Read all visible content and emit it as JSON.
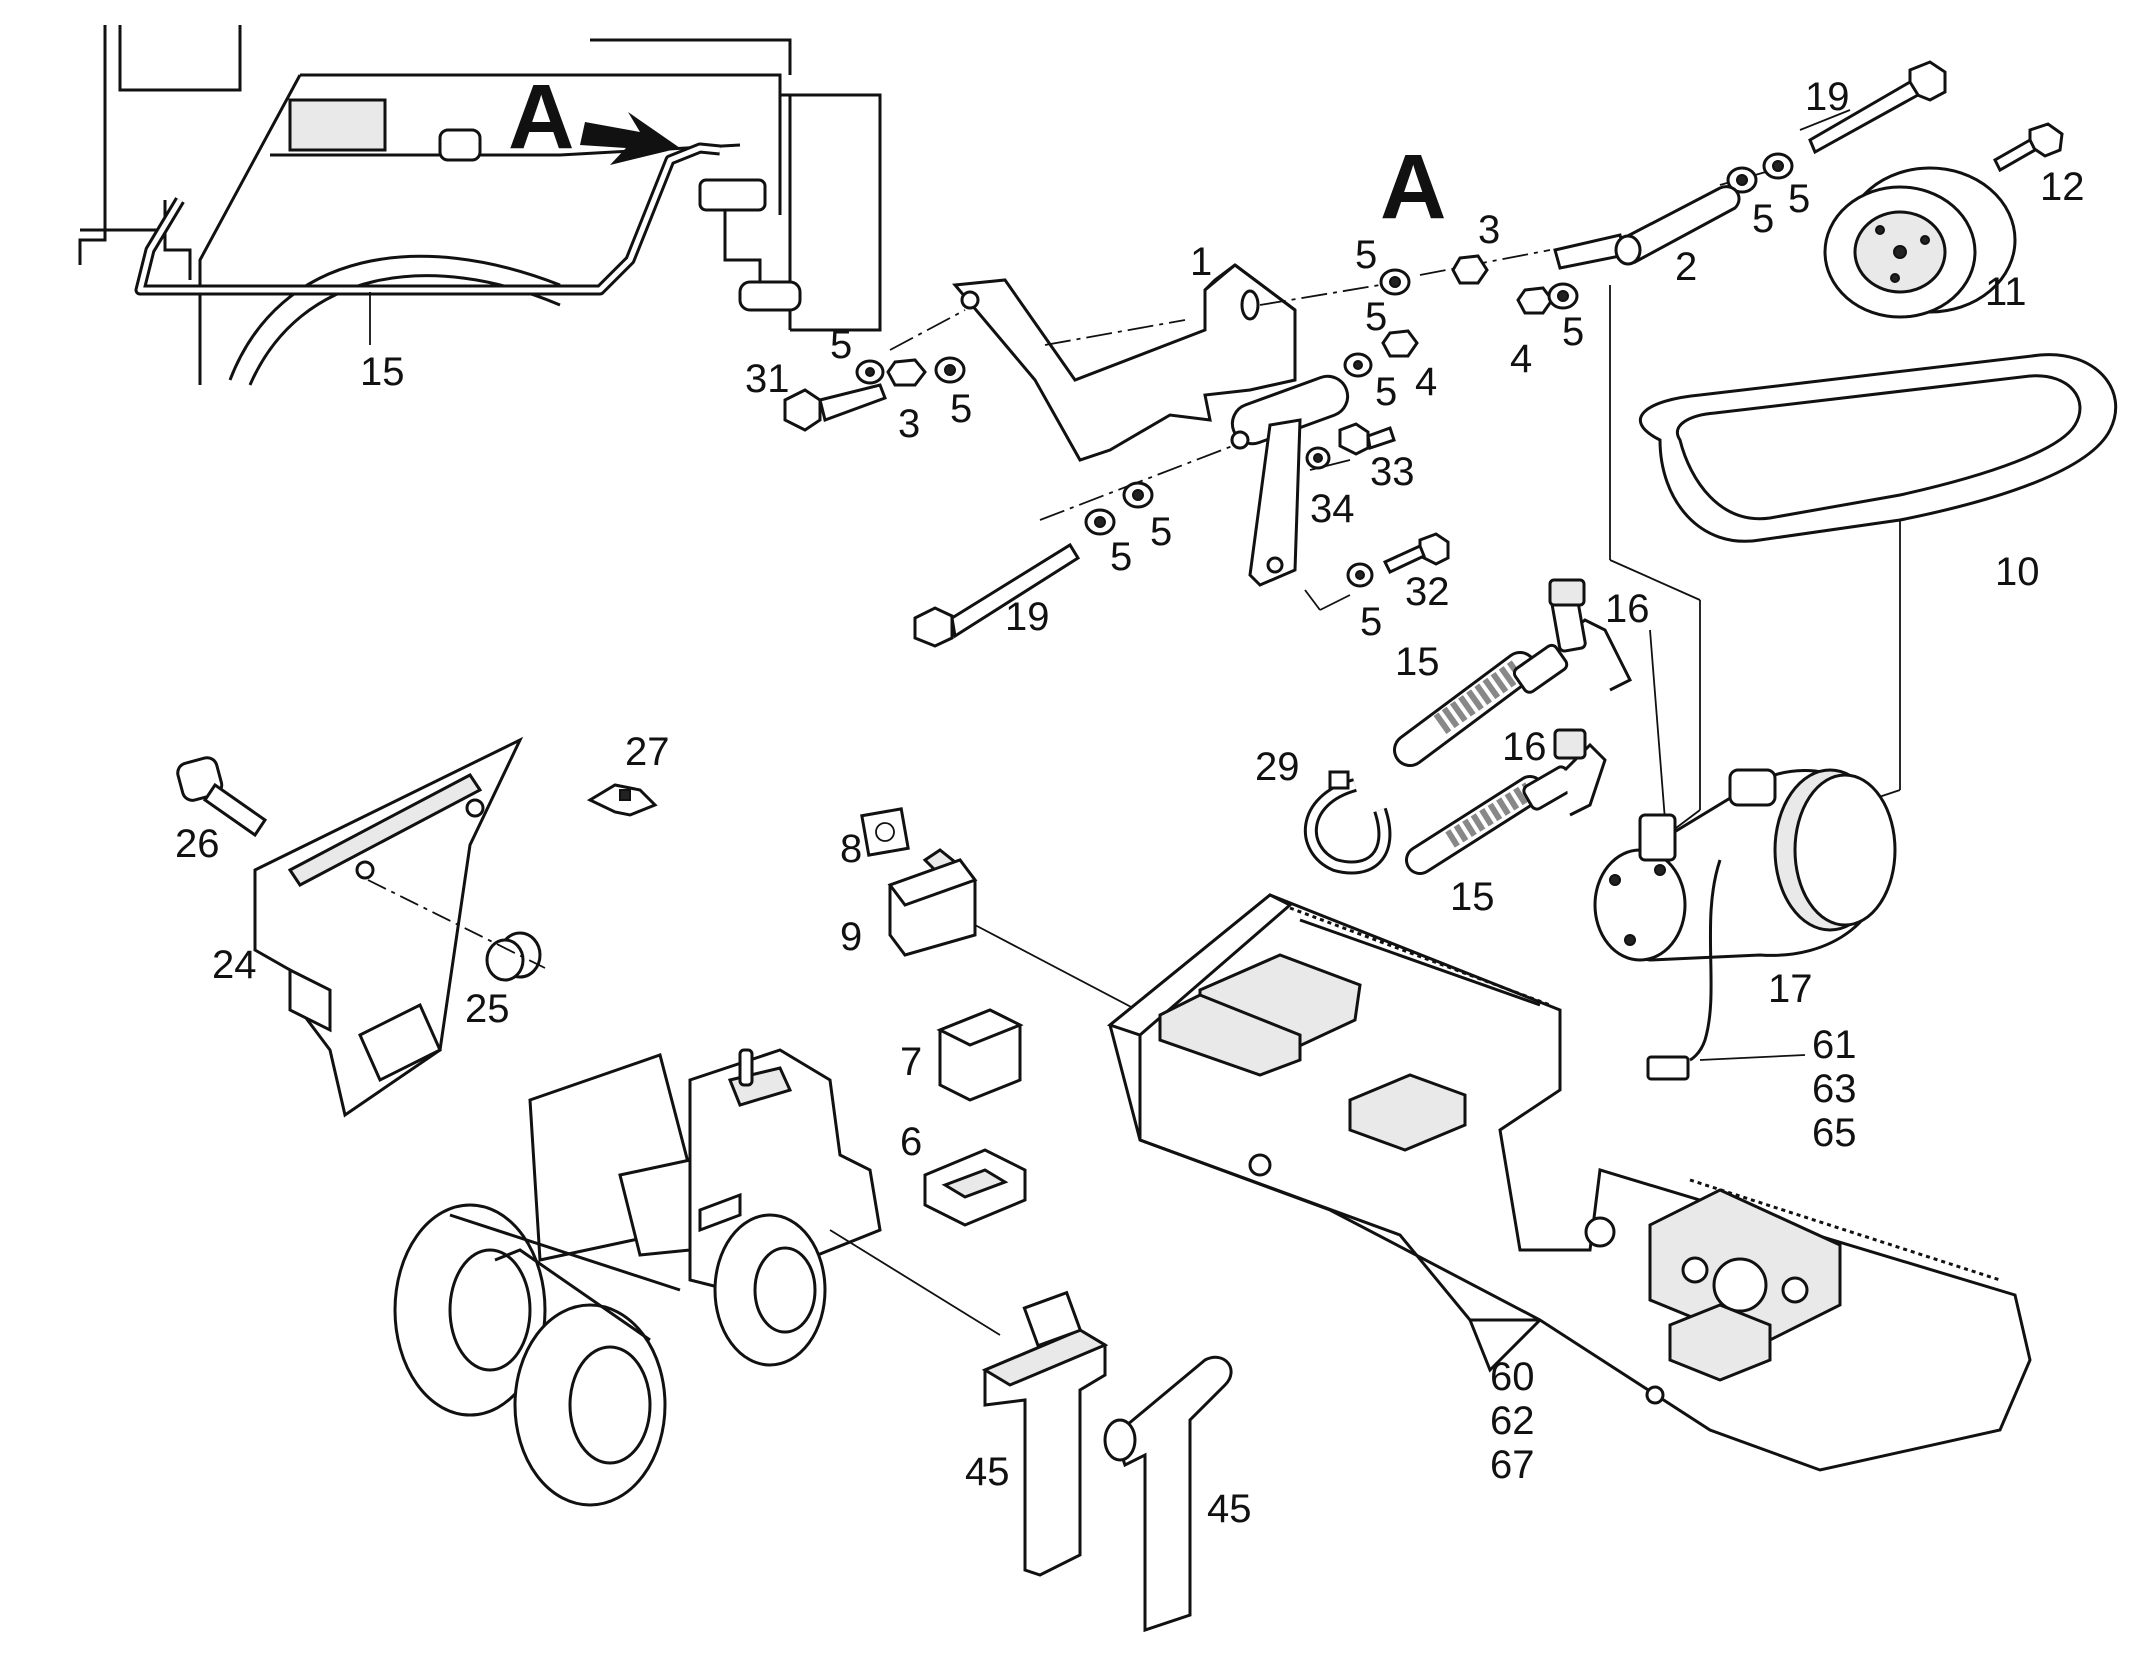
{
  "view_label": "A",
  "callouts": {
    "p1": "1",
    "p2": "2",
    "p3a": "3",
    "p3b": "3",
    "p4a": "4",
    "p4b": "4",
    "p5a": "5",
    "p5b": "5",
    "p5c": "5",
    "p5d": "5",
    "p5e": "5",
    "p5f": "5",
    "p5g": "5",
    "p5h": "5",
    "p5i": "5",
    "p5j": "5",
    "p5k": "5",
    "p6": "6",
    "p7": "7",
    "p8": "8",
    "p9": "9",
    "p10": "10",
    "p11": "11",
    "p12": "12",
    "p15a": "15",
    "p15b": "15",
    "p15c": "15",
    "p16a": "16",
    "p16b": "16",
    "p17": "17",
    "p19a": "19",
    "p19b": "19",
    "p24": "24",
    "p25": "25",
    "p26": "26",
    "p27": "27",
    "p29": "29",
    "p31": "31",
    "p32": "32",
    "p33": "33",
    "p34": "34",
    "p45a": "45",
    "p45b": "45",
    "p60": "60",
    "p62": "62",
    "p67": "67",
    "p61": "61",
    "p63": "63",
    "p65": "65"
  }
}
